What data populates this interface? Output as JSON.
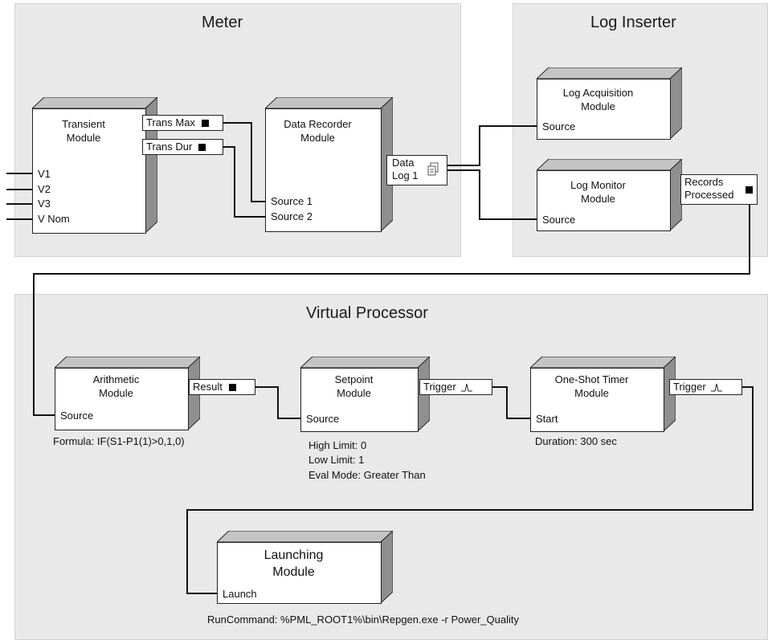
{
  "panels": {
    "meter": "Meter",
    "log_inserter": "Log Inserter",
    "virtual_processor": "Virtual Processor"
  },
  "transient": {
    "title_line1": "Transient",
    "title_line2": "Module",
    "inputs": [
      "V1",
      "V2",
      "V3",
      "V Nom"
    ],
    "outputs": [
      "Trans Max",
      "Trans Dur"
    ]
  },
  "data_recorder": {
    "title_line1": "Data Recorder",
    "title_line2": "Module",
    "inputs": [
      "Source 1",
      "Source 2"
    ],
    "output_line1": "Data",
    "output_line2": "Log 1"
  },
  "log_acquisition": {
    "title_line1": "Log Acquisition",
    "title_line2": "Module",
    "input": "Source"
  },
  "log_monitor": {
    "title_line1": "Log Monitor",
    "title_line2": "Module",
    "input": "Source",
    "output_line1": "Records",
    "output_line2": "Processed"
  },
  "arithmetic": {
    "title_line1": "Arithmetic",
    "title_line2": "Module",
    "input": "Source",
    "output": "Result",
    "note": "Formula: IF(S1-P1(1)>0,1,0)"
  },
  "setpoint": {
    "title_line1": "Setpoint",
    "title_line2": "Module",
    "input": "Source",
    "output": "Trigger",
    "notes": [
      "High Limit: 0",
      "Low Limit: 1",
      "Eval Mode: Greater Than"
    ]
  },
  "oneshot": {
    "title_line1": "One-Shot Timer",
    "title_line2": "Module",
    "input": "Start",
    "output": "Trigger",
    "note": "Duration: 300 sec"
  },
  "launching": {
    "title_line1": "Launching",
    "title_line2": "Module",
    "input": "Launch",
    "note": "RunCommand: %PML_ROOT1%\\bin\\Repgen.exe -r Power_Quality"
  },
  "colors": {
    "panel_bg": "#e9e9e9",
    "box_top": "#c4c4c4",
    "box_side": "#8f8f8f",
    "wire": "#111111"
  }
}
